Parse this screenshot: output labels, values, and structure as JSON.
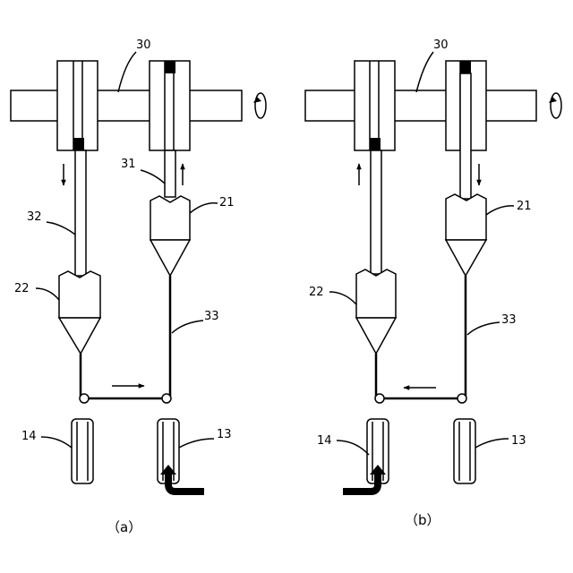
{
  "panel_a": {
    "caption": "（a）",
    "label_shaft": "30",
    "label_rod_right": "31",
    "label_rod_left": "32",
    "label_unit_right": "21",
    "label_unit_left": "22",
    "label_wire": "33",
    "label_roller_left": "14",
    "label_roller_right": "13"
  },
  "panel_b": {
    "caption": "（b）",
    "label_shaft": "30",
    "label_unit_right": "21",
    "label_unit_left": "22",
    "label_wire": "33",
    "label_roller_left": "14",
    "label_roller_right": "13"
  }
}
